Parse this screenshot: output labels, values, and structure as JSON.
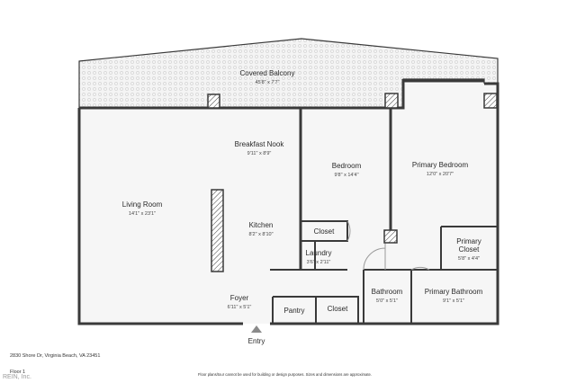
{
  "rooms": [
    {
      "key": "balcony",
      "name": "Covered Balcony",
      "dims": "45'8\" x 7'7\""
    },
    {
      "key": "living",
      "name": "Living Room",
      "dims": "14'1\" x 23'1\""
    },
    {
      "key": "nook",
      "name": "Breakfast Nook",
      "dims": "9'11\" x 8'9\""
    },
    {
      "key": "kitchen",
      "name": "Kitchen",
      "dims": "8'2\" x 8'10\""
    },
    {
      "key": "bedroom",
      "name": "Bedroom",
      "dims": "9'8\" x 14'4\""
    },
    {
      "key": "primary_bedroom",
      "name": "Primary Bedroom",
      "dims": "12'0\" x 20'7\""
    },
    {
      "key": "closet1",
      "name": "Closet",
      "dims": ""
    },
    {
      "key": "laundry",
      "name": "Laundry",
      "dims": "3'6\" x 2'11\""
    },
    {
      "key": "primary_closet",
      "name": "Primary\nCloset",
      "dims": "5'8\" x 4'4\""
    },
    {
      "key": "bathroom",
      "name": "Bathroom",
      "dims": "5'0\" x 5'1\""
    },
    {
      "key": "primary_bath",
      "name": "Primary Bathroom",
      "dims": "9'1\" x 5'1\""
    },
    {
      "key": "foyer",
      "name": "Foyer",
      "dims": "6'11\" x 5'1\""
    },
    {
      "key": "pantry",
      "name": "Pantry",
      "dims": ""
    },
    {
      "key": "closet2",
      "name": "Closet",
      "dims": ""
    }
  ],
  "entry_label": "Entry",
  "footer": {
    "address": "2830 Shore Dr, Virginia Beach, VA 23451",
    "floor": "Floor 1",
    "disclaimer": "Floor plans/tour cannot be used for building or design purposes. Sizes and dimensions are approximate.",
    "brand": "REIN, Inc."
  },
  "colors": {
    "wall": "#3a3a3a",
    "balcony_tile": "#e4e4e4",
    "floor": "#f2f2f2",
    "entry_arrow": "#8a8a8a"
  }
}
